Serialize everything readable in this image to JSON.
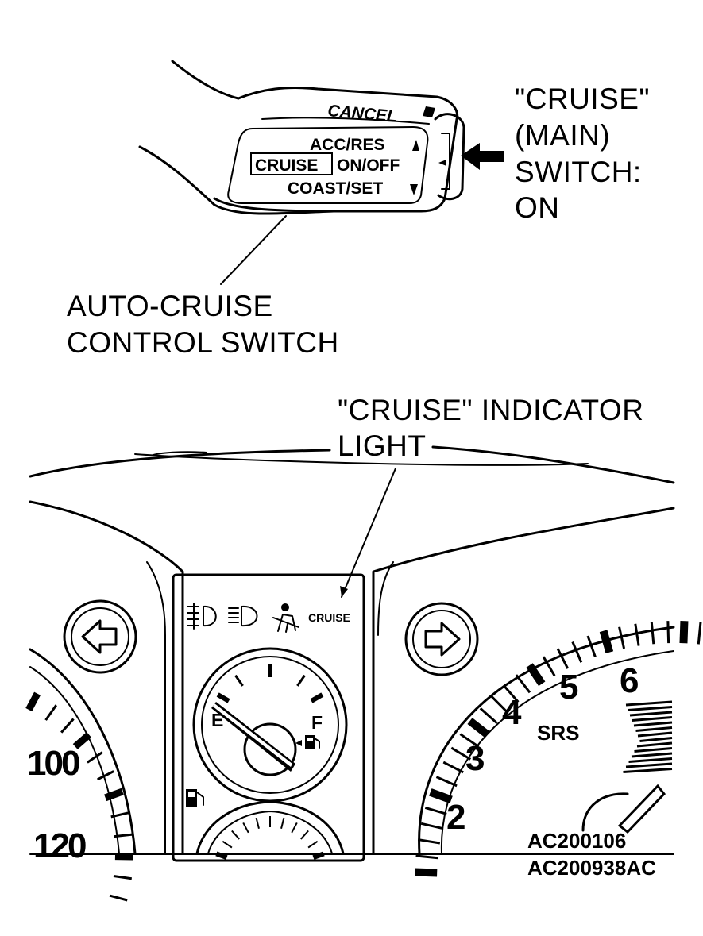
{
  "callouts": {
    "main_switch": [
      "\"CRUISE\"",
      "(MAIN)",
      "SWITCH:",
      "ON"
    ],
    "control_switch": [
      "AUTO-CRUISE",
      "CONTROL SWITCH"
    ],
    "indicator": [
      "\"CRUISE\" INDICATOR",
      "LIGHT"
    ]
  },
  "switch_labels": {
    "cancel": "CANCEL",
    "acc_res": "ACC/RES",
    "cruise": "CRUISE",
    "on_off": "ON/OFF",
    "coast_set": "COAST/SET"
  },
  "cluster": {
    "indicator_text": "CRUISE",
    "fuel_empty": "E",
    "fuel_full": "F",
    "tach_numbers": [
      "2",
      "3",
      "4",
      "5",
      "6"
    ],
    "tach_badge": "SRS",
    "speedo_numbers": [
      "100",
      "120"
    ]
  },
  "codes": [
    "AC200106",
    "AC200938AC"
  ],
  "icons": [
    "arrow-left-icon",
    "arrow-right-icon",
    "front-fog-icon",
    "headlight-icon",
    "seatbelt-icon",
    "fuel-pump-icon"
  ]
}
